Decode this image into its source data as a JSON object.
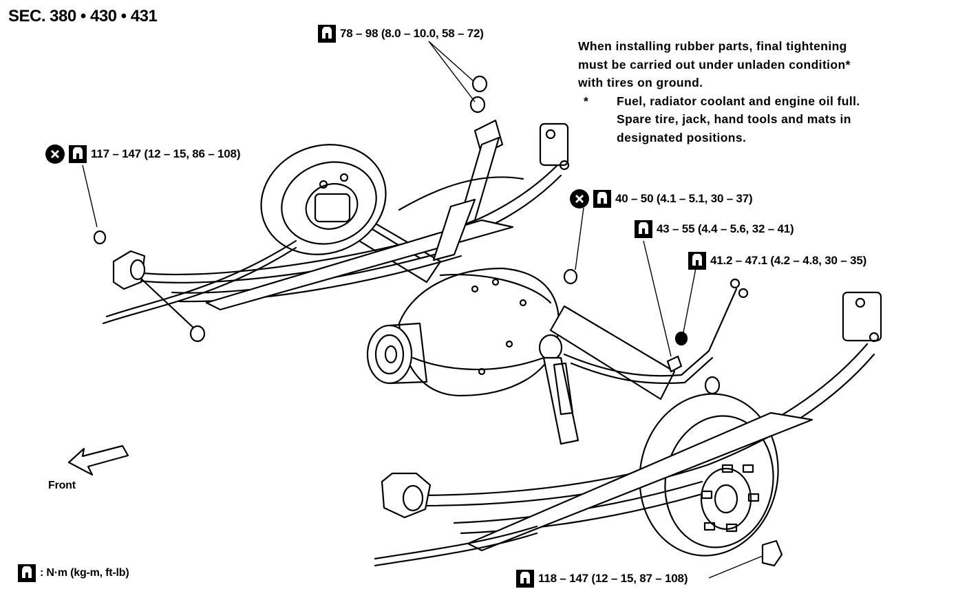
{
  "section_title": "SEC. 380 • 430 • 431",
  "note": {
    "line1": "When installing rubber parts, final tightening",
    "line2": "must be carried out under unladen condition*",
    "line3": "with tires on ground.",
    "asterisk": "*",
    "sub1": "Fuel, radiator coolant and engine oil full.",
    "sub2": "Spare tire, jack, hand tools and mats in",
    "sub3": "designated positions."
  },
  "torque_labels": {
    "spring_shackle_top": "78 – 98 (8.0 – 10.0, 58 – 72)",
    "spring_front_pin": "117 – 147 (12 – 15, 86 – 108)",
    "shock_lower": "40 – 50 (4.1 – 5.1, 30 – 37)",
    "stabilizer_bracket": "43 – 55 (4.4 – 5.6, 32 – 41)",
    "stabilizer_link": "41.2 – 47.1 (4.2 – 4.8, 30 – 35)",
    "u_bolt_nut": "118 – 147 (12 – 15, 87 – 108)"
  },
  "front_label": "Front",
  "legend": ": N·m (kg-m, ft-lb)",
  "icons": {
    "torque": "torque-wrench-icon",
    "replace": "do-not-reuse-icon"
  }
}
